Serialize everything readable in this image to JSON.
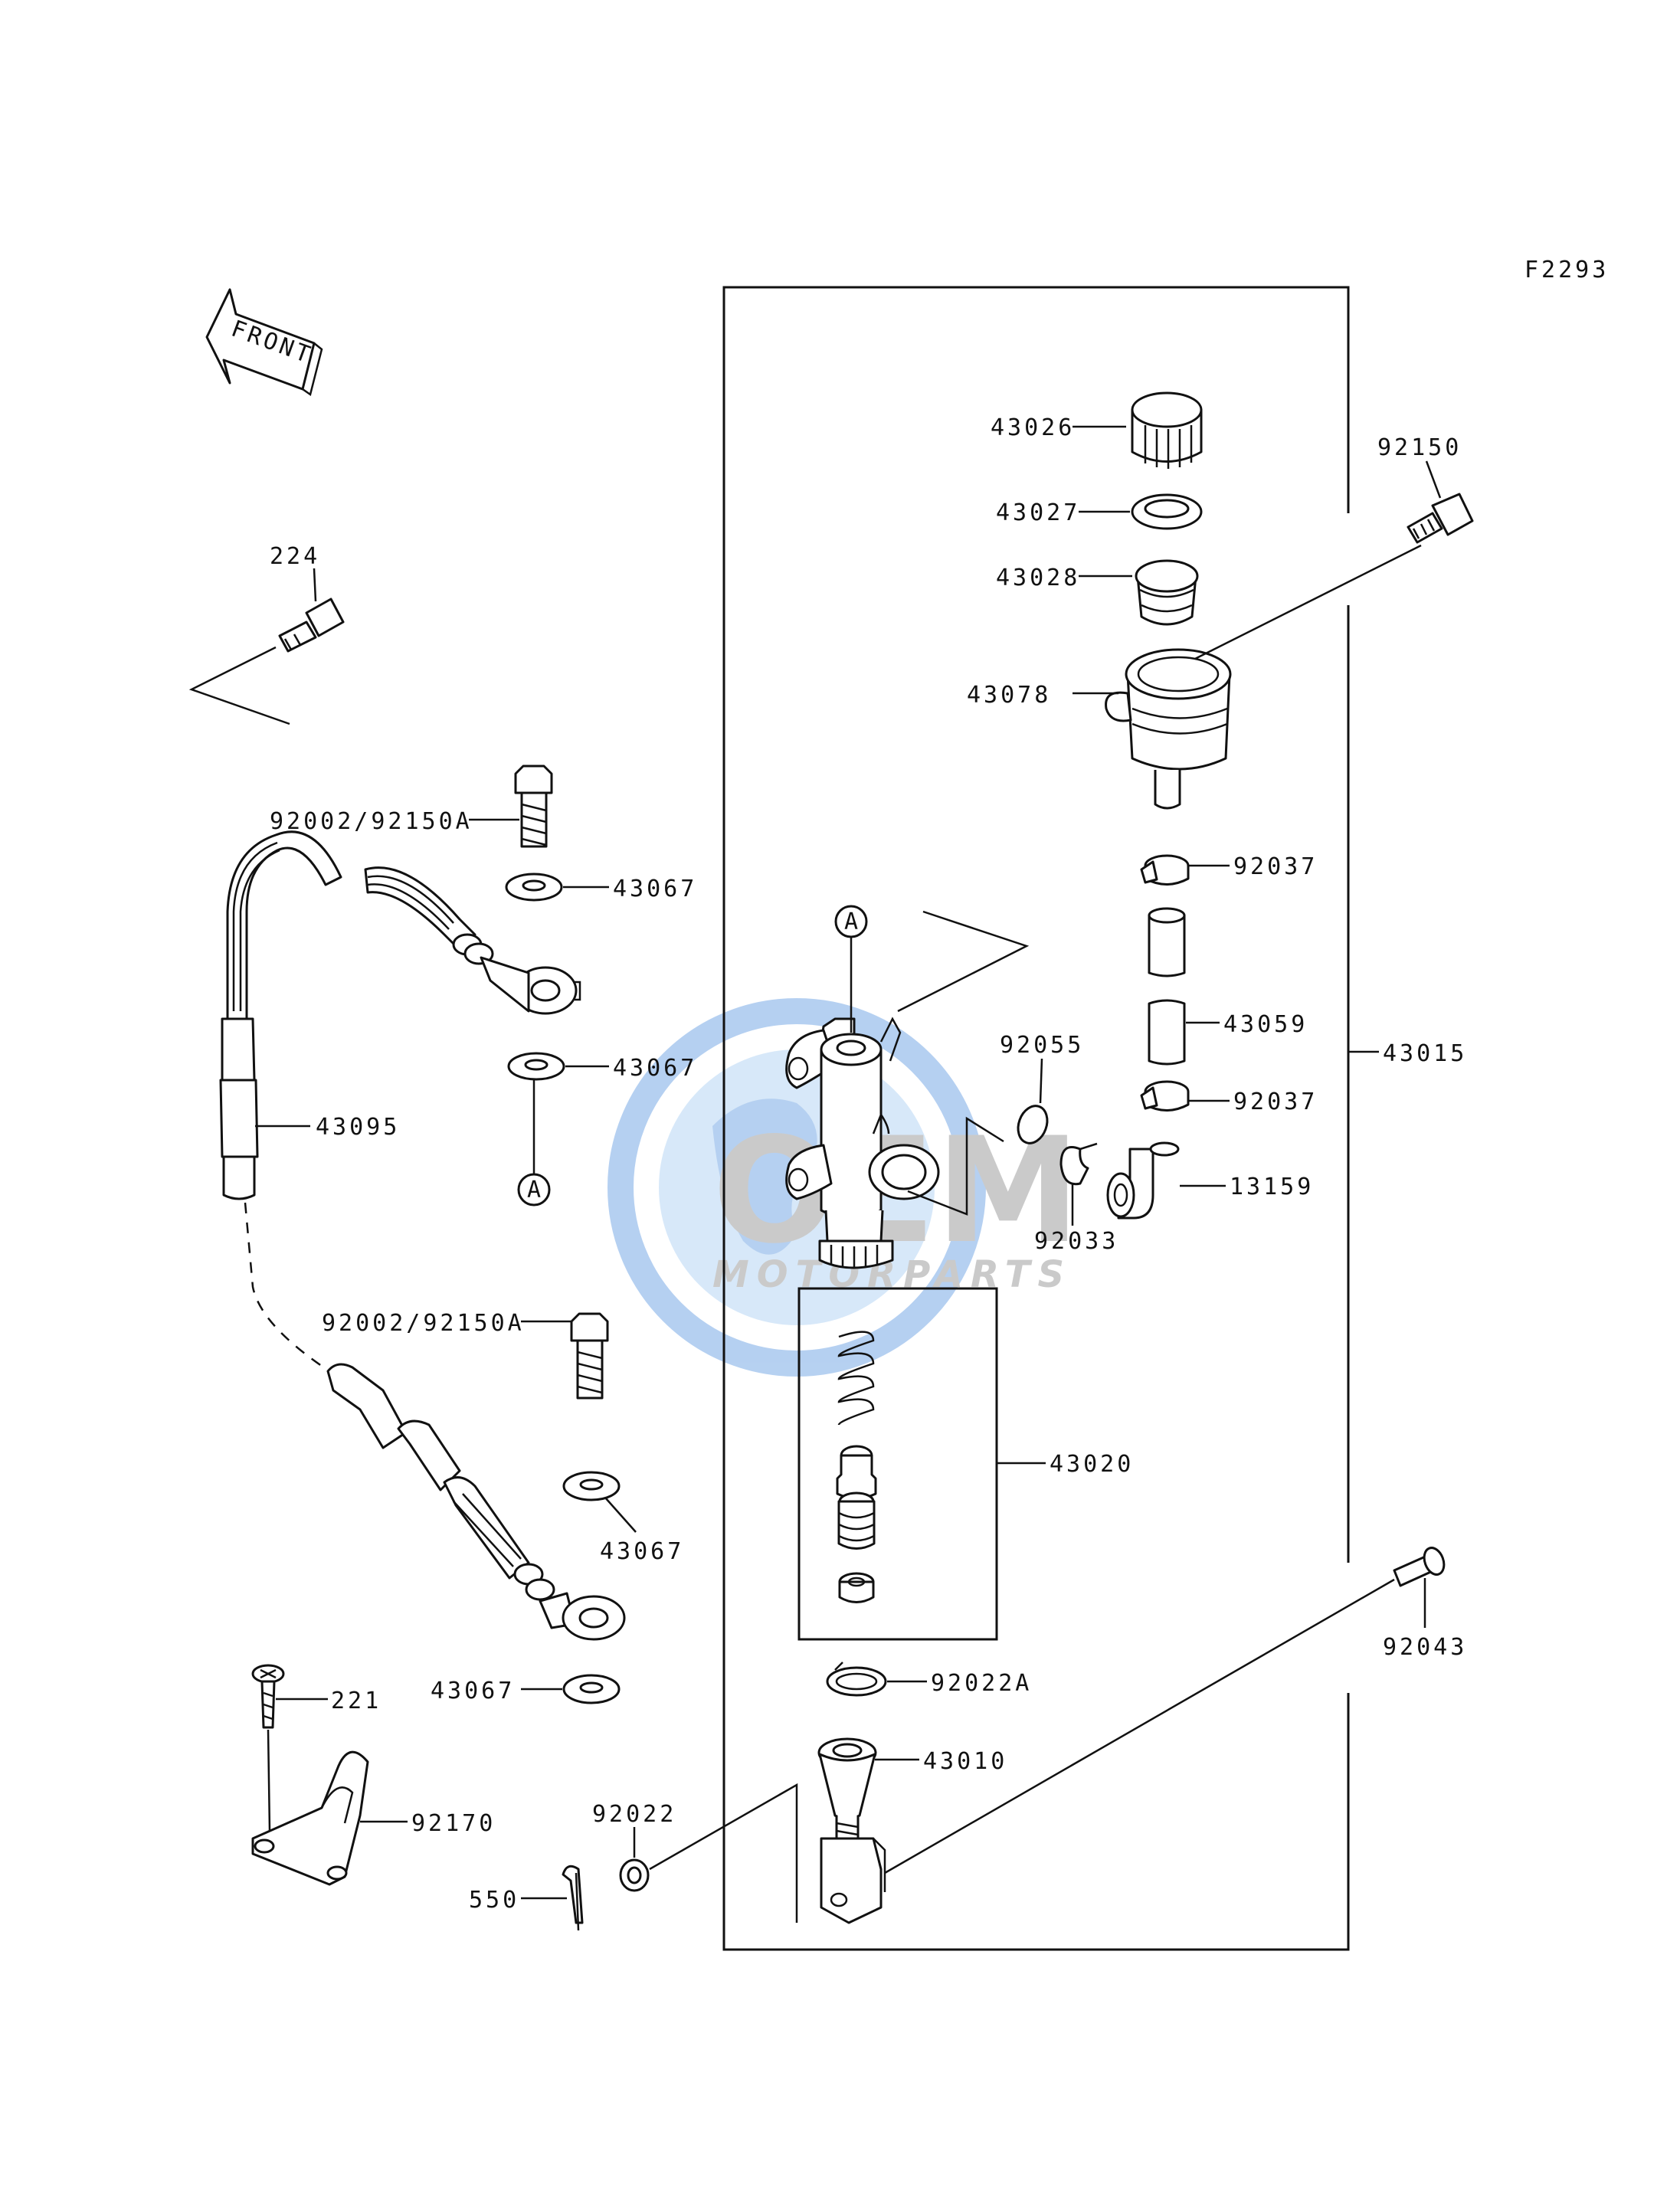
{
  "diagram_code": "F2293",
  "front_arrow_label": "FRONT",
  "ref_marker": "A",
  "watermark": {
    "brand": "OEM",
    "sub": "MOTORPARTS",
    "color": "#2f7bd8"
  },
  "labels": {
    "p43026": "43026",
    "p43027": "43027",
    "p43028": "43028",
    "p43078": "43078",
    "p92150": "92150",
    "p224": "224",
    "p92002a": "92002/92150A",
    "p43067a": "43067",
    "p43067b": "43067",
    "p43095": "43095",
    "p92002b": "92002/92150A",
    "p43067c": "43067",
    "p43067d": "43067",
    "p221": "221",
    "p92170": "92170",
    "p550": "550",
    "p92022": "92022",
    "p92037a": "92037",
    "p43059": "43059",
    "p43015": "43015",
    "p92055": "92055",
    "p92037b": "92037",
    "p13159": "13159",
    "p92033": "92033",
    "p43020": "43020",
    "p92043": "92043",
    "p92022A": "92022A",
    "p43010": "43010"
  }
}
